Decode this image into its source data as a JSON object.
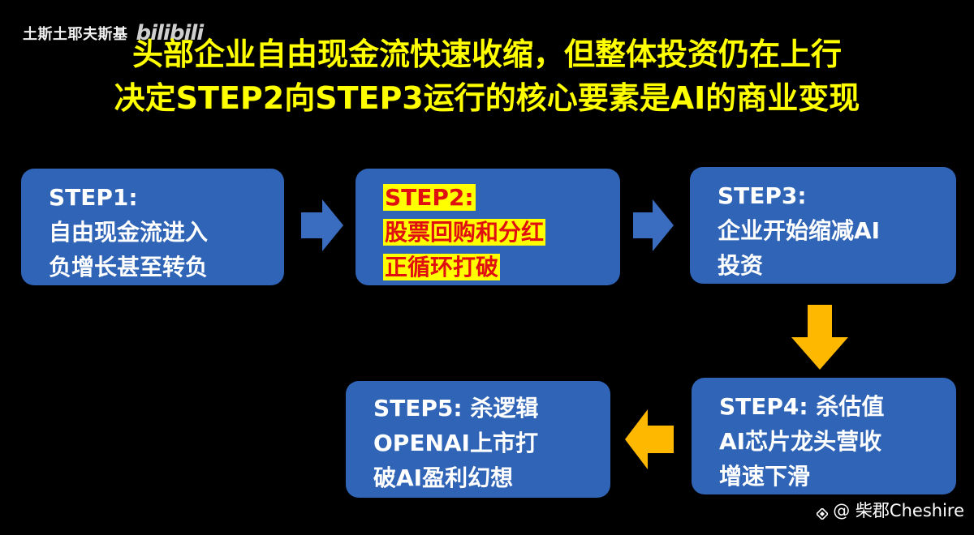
{
  "watermark": {
    "channel": "土斯土耶夫斯基",
    "logo": "bilibili"
  },
  "title": {
    "line1": "头部企业自由现金流快速收缩，但整体投资仍在上行",
    "line2": "决定STEP2向STEP3运行的核心要素是AI的商业变现"
  },
  "steps": [
    {
      "label": "STEP1:",
      "lines": [
        "自由现金流进入",
        "负增长甚至转负"
      ]
    },
    {
      "label": "STEP2:",
      "lines": [
        "股票回购和分红",
        "正循环打破"
      ],
      "highlighted": true
    },
    {
      "label": "STEP3:",
      "lines": [
        "企业开始缩减AI",
        "投资"
      ]
    },
    {
      "label": "STEP4: 杀估值",
      "lines": [
        "AI芯片龙头营收",
        "增速下滑"
      ]
    },
    {
      "label": "STEP5: 杀逻辑",
      "lines": [
        "OPENAI上市打",
        "破AI盈利幻想"
      ]
    }
  ],
  "colors": {
    "background": "#000000",
    "box": "#2f64b6",
    "title": "#ffff00",
    "arrow_blue": "#3a6cbf",
    "arrow_yellow": "#ffb800",
    "highlight_bg": "#ffff00",
    "highlight_text": "#e01010"
  },
  "credit": {
    "icon": "diamond-icon",
    "text": "@ 柴郡Cheshire"
  }
}
